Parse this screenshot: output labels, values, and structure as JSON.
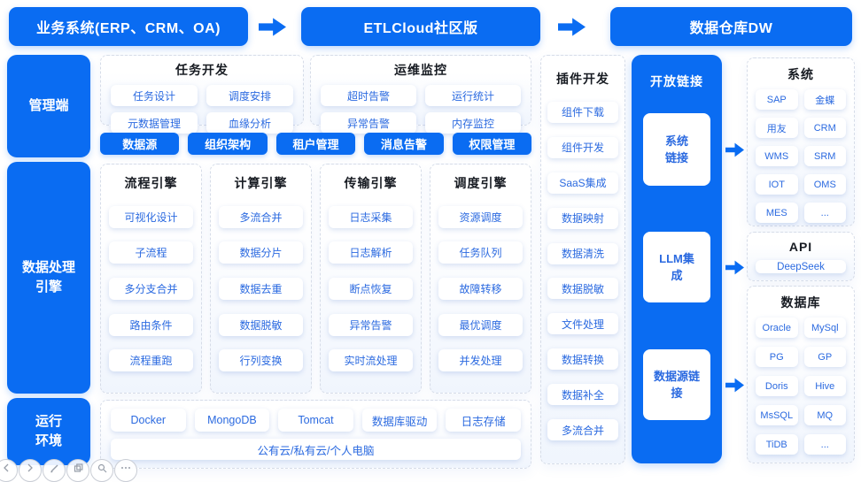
{
  "colors": {
    "primary": "#0a6cf2",
    "item_text": "#2b6ae0",
    "title_text": "#171b22"
  },
  "flow": {
    "source": "业务系统(ERP、CRM、OA)",
    "middle": "ETLCloud社区版",
    "target": "数据仓库DW"
  },
  "rail": {
    "management": "管理端",
    "processing": "数据处理引擎",
    "runtime": "运行环境"
  },
  "management": {
    "task_dev": {
      "title": "任务开发",
      "items": [
        "任务设计",
        "调度安排",
        "元数据管理",
        "血缘分析"
      ]
    },
    "ops": {
      "title": "运维监控",
      "items": [
        "超时告警",
        "运行统计",
        "异常告警",
        "内存监控"
      ]
    },
    "pills": [
      "数据源",
      "组织架构",
      "租户管理",
      "消息告警",
      "权限管理"
    ]
  },
  "engines": [
    {
      "title": "流程引擎",
      "items": [
        "可视化设计",
        "子流程",
        "多分支合并",
        "路由条件",
        "流程重跑"
      ]
    },
    {
      "title": "计算引擎",
      "items": [
        "多流合并",
        "数据分片",
        "数据去重",
        "数据脱敏",
        "行列变换"
      ]
    },
    {
      "title": "传输引擎",
      "items": [
        "日志采集",
        "日志解析",
        "断点恢复",
        "异常告警",
        "实时流处理"
      ]
    },
    {
      "title": "调度引擎",
      "items": [
        "资源调度",
        "任务队列",
        "故障转移",
        "最优调度",
        "并发处理"
      ]
    }
  ],
  "runtime": {
    "items": [
      "Docker",
      "MongoDB",
      "Tomcat",
      "数据库驱动",
      "日志存储"
    ],
    "cloud": "公有云/私有云/个人电脑"
  },
  "plugins": {
    "title": "插件开发",
    "items": [
      "组件下载",
      "组件开发",
      "SaaS集成",
      "数据映射",
      "数据清洗",
      "数据脱敏",
      "文件处理",
      "数据转换",
      "数据补全",
      "多流合并"
    ]
  },
  "open_link": {
    "title": "开放链接",
    "cards": [
      "系统链接",
      "LLM集成",
      "数据源链接"
    ]
  },
  "right": {
    "system": {
      "title": "系统",
      "items": [
        "SAP",
        "金蝶",
        "用友",
        "CRM",
        "WMS",
        "SRM",
        "IOT",
        "OMS",
        "MES",
        "..."
      ]
    },
    "api": {
      "title": "API",
      "items": [
        "DeepSeek"
      ]
    },
    "database": {
      "title": "数据库",
      "items": [
        "Oracle",
        "MySql",
        "PG",
        "GP",
        "Doris",
        "Hive",
        "MsSQL",
        "MQ",
        "TiDB",
        "..."
      ]
    }
  }
}
